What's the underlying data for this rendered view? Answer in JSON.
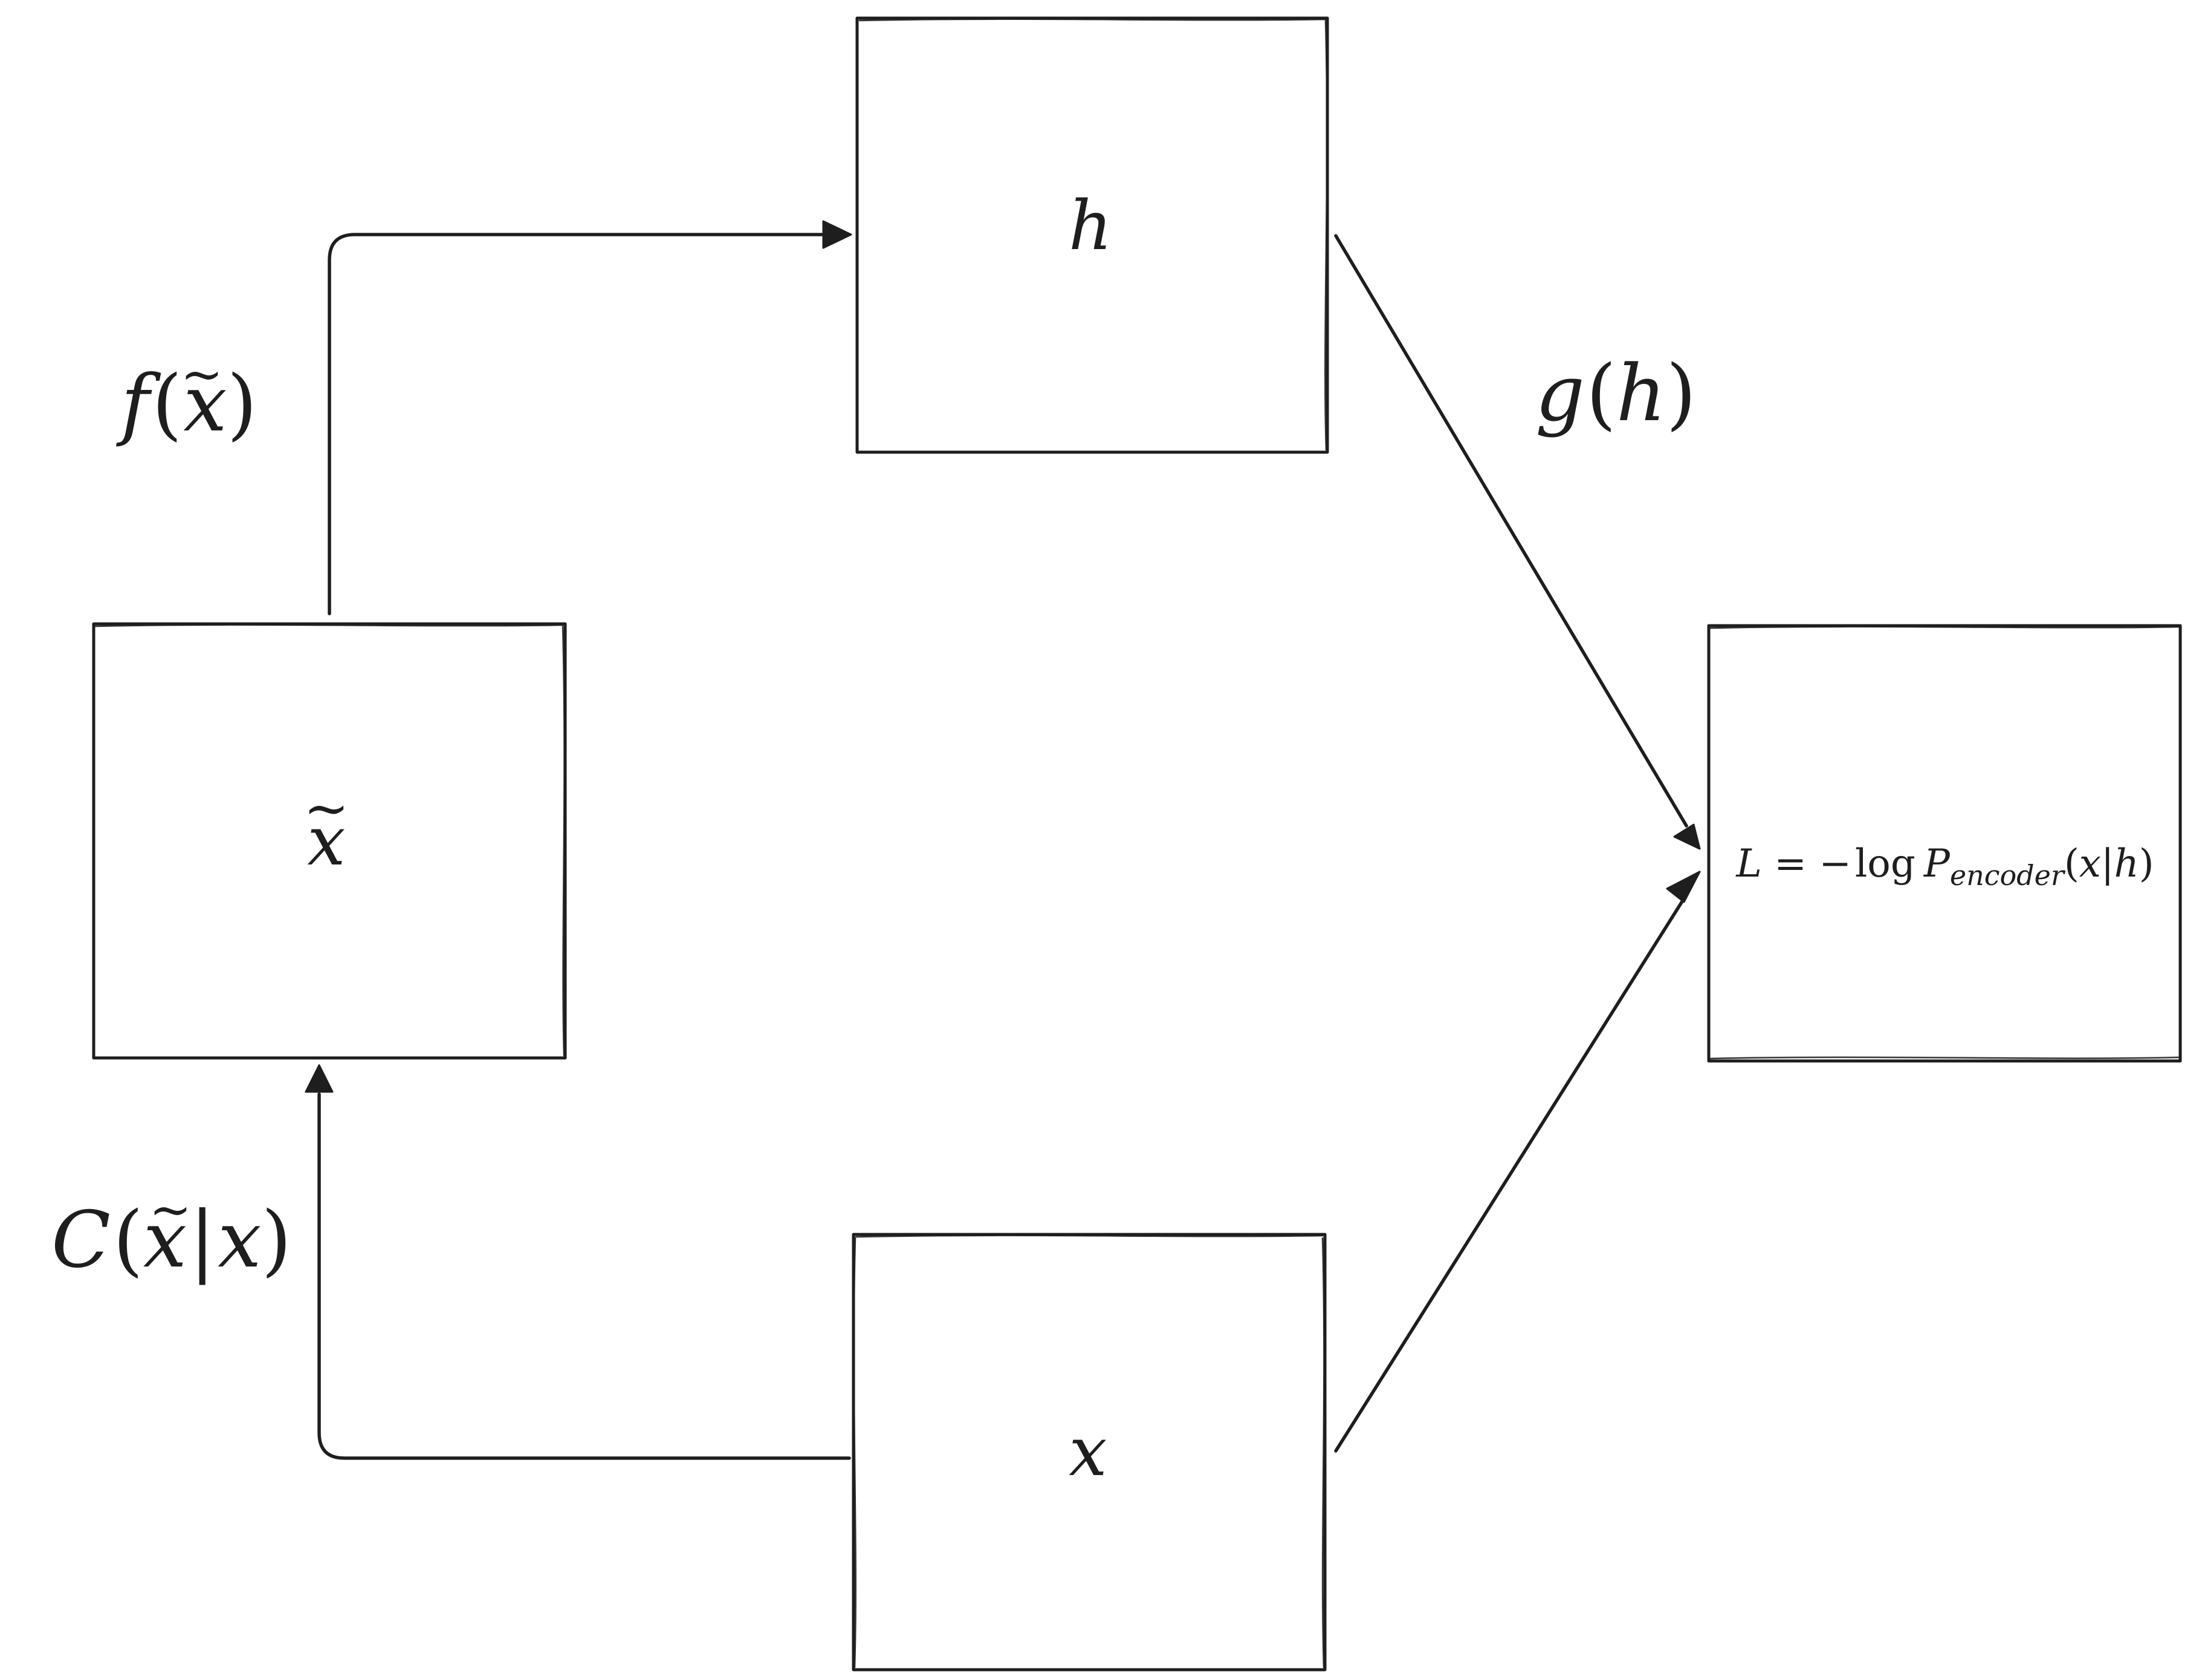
{
  "diagram": {
    "nodes": {
      "x_tilde": {
        "base": "x",
        "mark": "~"
      },
      "h": {
        "text": "h"
      },
      "x": {
        "text": "x"
      },
      "loss": {
        "lhs": "L",
        "equals": " = ",
        "minus": "−",
        "log": "log",
        "P": "P",
        "subscript": "encoder",
        "args_open": "(",
        "arg1": "x",
        "bar": "|",
        "arg2": "h",
        "args_close": ")"
      }
    },
    "edges": {
      "encoder": {
        "fn": "f",
        "open": "(",
        "base": "x",
        "mark": "~",
        "close": ")"
      },
      "decoder": {
        "fn": "g",
        "open": "(",
        "arg": "h",
        "close": ")"
      },
      "corruption": {
        "fn": "C",
        "open": "(",
        "base": "x",
        "mark": "~",
        "bar": "|",
        "arg": "x",
        "close": ")"
      }
    }
  }
}
